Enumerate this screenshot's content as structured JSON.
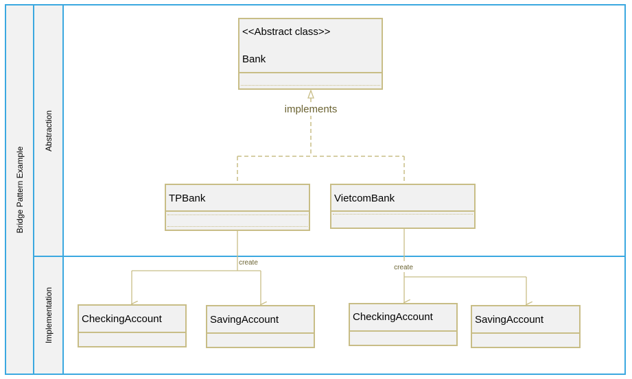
{
  "pool": {
    "label": "Bridge Pattern Example"
  },
  "lanes": {
    "abstraction": "Abstraction",
    "implementation": "Implementation"
  },
  "classes": {
    "bank_stereotype": "<<Abstract class>>",
    "bank": "Bank",
    "tpbank": "TPBank",
    "vietcombank": "VietcomBank",
    "checking_left": "CheckingAccount",
    "saving_left": "SavingAccount",
    "checking_right": "CheckingAccount",
    "saving_right": "SavingAccount"
  },
  "relations": {
    "implements": "implements",
    "create_left": "create",
    "create_right": "create"
  },
  "colors": {
    "swimlane_border": "#3aa8e0",
    "class_border": "#c8bd86",
    "connector": "#c8bd86",
    "label_text": "#6b6332"
  }
}
